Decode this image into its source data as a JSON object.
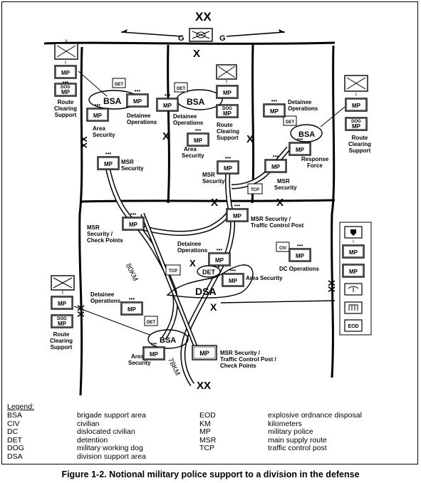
{
  "diagram": {
    "boundary_symbols": {
      "division": "XX",
      "brigade": "X",
      "division_hq_echelon": "X",
      "flank_marker": "G"
    },
    "labels": {
      "bsa": "BSA",
      "dsa": "DSA",
      "det": "DET",
      "dog": "DOG",
      "civ": "CIV",
      "tcp": "TCP",
      "mp": "MP",
      "eod": "EOD",
      "unit_designator": "I",
      "dots": "•••",
      "route_clearing_support": [
        "Route",
        "Clearing",
        "Support"
      ],
      "area_security": [
        "Area",
        "Security"
      ],
      "detainee_operations": [
        "Detainee",
        "Operations"
      ],
      "msr_security": [
        "MSR",
        "Security"
      ],
      "response_force": [
        "Response",
        "Force"
      ],
      "msr_security_check_points": [
        "MSR",
        "Security /",
        "Check Points"
      ],
      "msr_security_tcp": [
        "MSR Security /",
        "Traffic Control Post"
      ],
      "msr_security_tcp_check": [
        "MSR Security /",
        "Traffic Control Post /",
        "Check Points"
      ],
      "area_security_inline": "Area Security",
      "dc_operations": "DC Operations",
      "route_80km": "80KM",
      "route_78km": "78KM"
    }
  },
  "legend": {
    "title": "Legend:",
    "entries": [
      {
        "abbr": "BSA",
        "def": "brigade support area"
      },
      {
        "abbr": "CIV",
        "def": "civilian"
      },
      {
        "abbr": "DC",
        "def": "dislocated civilian"
      },
      {
        "abbr": "DET",
        "def": "detention"
      },
      {
        "abbr": "DOG",
        "def": "military working dog"
      },
      {
        "abbr": "DSA",
        "def": "division support area"
      },
      {
        "abbr": "EOD",
        "def": "explosive ordnance disposal"
      },
      {
        "abbr": "KM",
        "def": "kilometers"
      },
      {
        "abbr": "MP",
        "def": "military police"
      },
      {
        "abbr": "MSR",
        "def": "main supply route"
      },
      {
        "abbr": "TCP",
        "def": "traffic control post"
      }
    ]
  },
  "caption": "Figure 1-2. Notional military police support to a division in the defense"
}
